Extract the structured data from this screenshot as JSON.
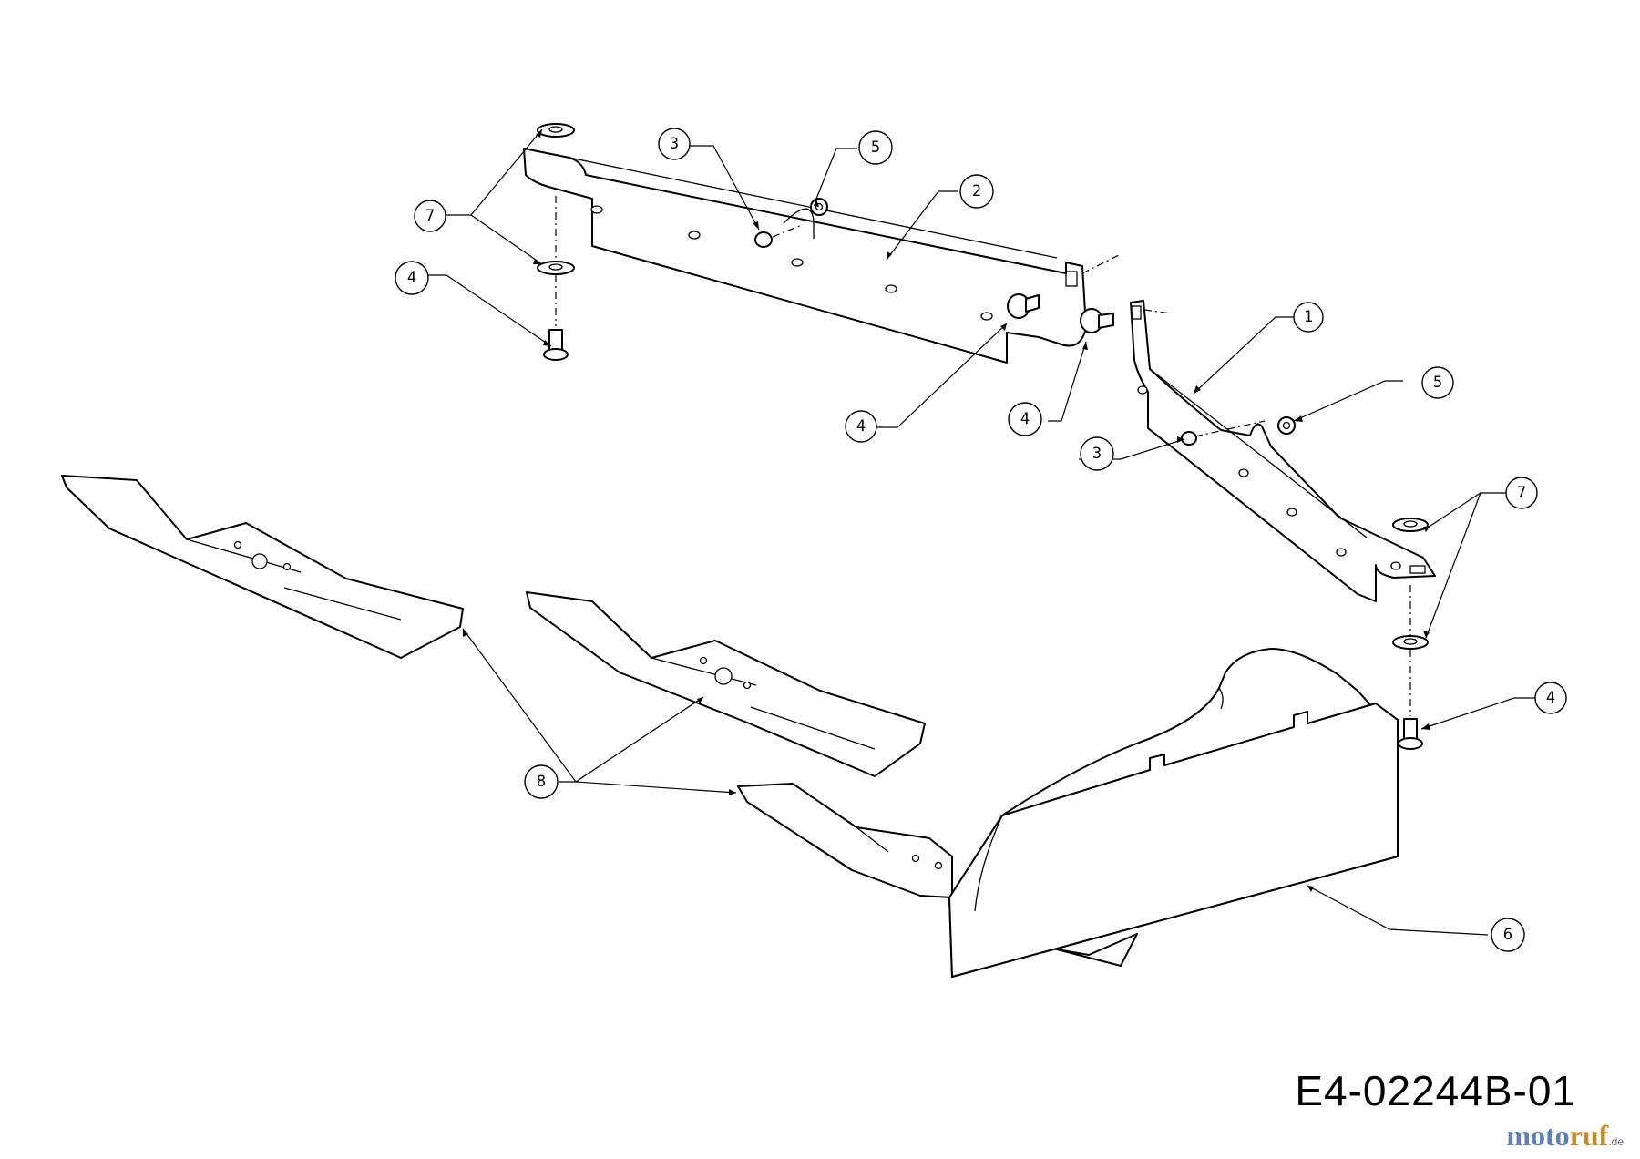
{
  "drawing_code": "E4-02244B-01",
  "brand": {
    "part1": "moto",
    "part2": "ruf",
    "tld": ".de"
  },
  "callouts": [
    {
      "id": "c1",
      "label": "1"
    },
    {
      "id": "c2",
      "label": "2"
    },
    {
      "id": "c3a",
      "label": "3"
    },
    {
      "id": "c3b",
      "label": "3"
    },
    {
      "id": "c4a",
      "label": "4"
    },
    {
      "id": "c4b",
      "label": "4"
    },
    {
      "id": "c4c",
      "label": "4"
    },
    {
      "id": "c4d",
      "label": "4"
    },
    {
      "id": "c5a",
      "label": "5"
    },
    {
      "id": "c5b",
      "label": "5"
    },
    {
      "id": "c6",
      "label": "6"
    },
    {
      "id": "c7a",
      "label": "7"
    },
    {
      "id": "c7b",
      "label": "7"
    },
    {
      "id": "c8",
      "label": "8"
    }
  ]
}
